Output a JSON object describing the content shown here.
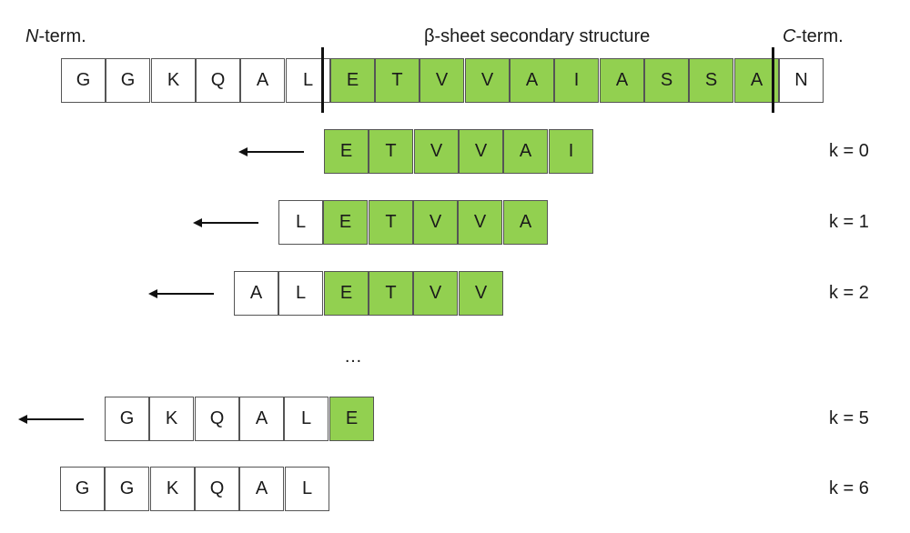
{
  "labels": {
    "n_term_letter": "N",
    "n_term_rest": "-term.",
    "c_term_letter": "C",
    "c_term_rest": "-term.",
    "beta_title": "β-sheet secondary structure"
  },
  "colors": {
    "sheet": "#92d050",
    "plain": "#ffffff",
    "border": "#555555"
  },
  "sequence": {
    "residues": [
      "G",
      "G",
      "K",
      "Q",
      "A",
      "L",
      "E",
      "T",
      "V",
      "V",
      "A",
      "I",
      "A",
      "S",
      "S",
      "A",
      "N"
    ],
    "sheet": [
      false,
      false,
      false,
      false,
      false,
      false,
      true,
      true,
      true,
      true,
      true,
      true,
      true,
      true,
      true,
      true,
      false
    ]
  },
  "fragments": [
    {
      "k_label": "k = 0",
      "arrow": true,
      "residues": [
        "E",
        "T",
        "V",
        "V",
        "A",
        "I"
      ],
      "sheet": [
        true,
        true,
        true,
        true,
        true,
        true
      ]
    },
    {
      "k_label": "k = 1",
      "arrow": true,
      "residues": [
        "L",
        "E",
        "T",
        "V",
        "V",
        "A"
      ],
      "sheet": [
        false,
        true,
        true,
        true,
        true,
        true
      ]
    },
    {
      "k_label": "k = 2",
      "arrow": true,
      "residues": [
        "A",
        "L",
        "E",
        "T",
        "V",
        "V"
      ],
      "sheet": [
        false,
        false,
        true,
        true,
        true,
        true
      ]
    },
    {
      "k_label": "k = 5",
      "arrow": true,
      "residues": [
        "G",
        "K",
        "Q",
        "A",
        "L",
        "E"
      ],
      "sheet": [
        false,
        false,
        false,
        false,
        false,
        true
      ]
    },
    {
      "k_label": "k = 6",
      "arrow": false,
      "residues": [
        "G",
        "G",
        "K",
        "Q",
        "A",
        "L"
      ],
      "sheet": [
        false,
        false,
        false,
        false,
        false,
        false
      ]
    }
  ],
  "ellipsis": "…"
}
